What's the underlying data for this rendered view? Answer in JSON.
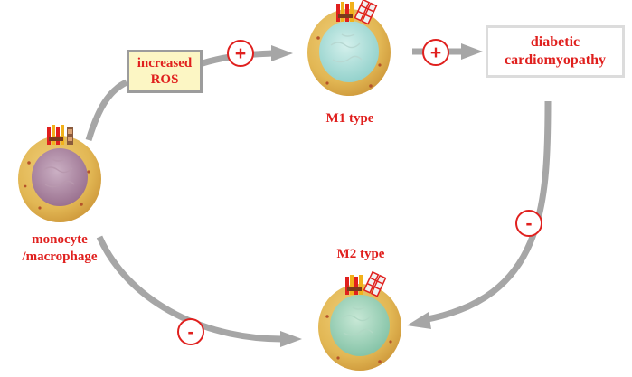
{
  "colors": {
    "label_red": "#e0201e",
    "arrow_gray": "#a6a6a6",
    "cell_outer": "#e2b754",
    "m0_nucleus": "#a8829e",
    "m1_nucleus": "#a8dcd8",
    "m2_nucleus": "#9cd0b8",
    "ros_box_fill": "#fcf6c4"
  },
  "labels": {
    "increased_ros": [
      "increased",
      "ROS"
    ],
    "diabetic_cardiomyopathy": [
      "diabetic",
      "cardiomyopathy"
    ],
    "monocyte": [
      "monocyte",
      "/macrophage"
    ],
    "m1_type": "M1 type",
    "m2_type": "M2 type"
  },
  "signs": {
    "monocyte_to_m1": "+",
    "m1_to_cardiomyopathy": "+",
    "cardiomyopathy_to_m2": "-",
    "monocyte_to_m2": "-"
  },
  "cells": [
    {
      "id": "monocyte",
      "nucleus_color_key": "m0_nucleus",
      "receptors": "M1 and M2"
    },
    {
      "id": "m1",
      "nucleus_color_key": "m1_nucleus",
      "receptors": "M1 and M2"
    },
    {
      "id": "m2",
      "nucleus_color_key": "m2_nucleus",
      "receptors": "M1 and M2"
    }
  ]
}
